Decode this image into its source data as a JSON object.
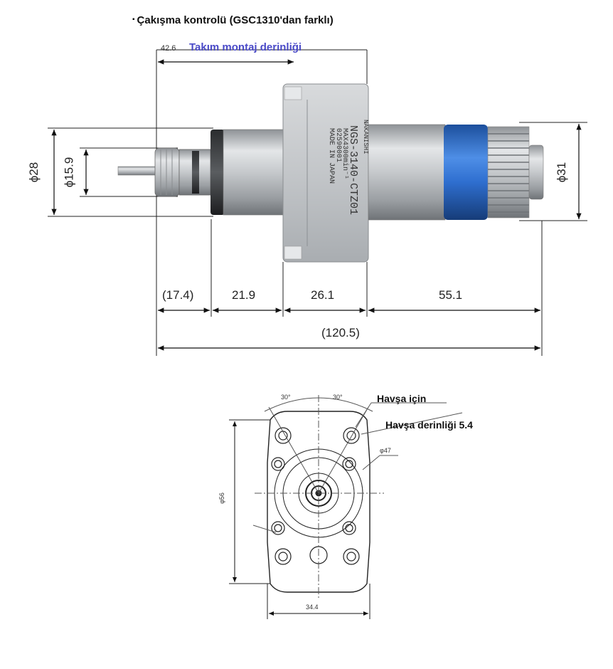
{
  "title": "Çakışma kontrolü (GSC1310'dan farklı)",
  "tool_depth": {
    "value": "42.6",
    "label": "Takım montaj derinliği"
  },
  "side_view": {
    "diameters": {
      "left_outer": "ϕ28",
      "left_inner": "ϕ15.9",
      "right": "ϕ31"
    },
    "segments": [
      "(17.4)",
      "21.9",
      "26.1",
      "55.1"
    ],
    "total": "(120.5)",
    "engraving": {
      "brand": "NAKANISHI",
      "model": "NGS-3140-CTZ01",
      "max_speed": "MAX4300min⁻¹",
      "serial": "02590001",
      "origin": "MADE IN JAPAN"
    }
  },
  "front_view": {
    "angle_left": "30°",
    "angle_right": "30°",
    "chamfer_note": "Havşa için",
    "chamfer_depth": "Havşa derinliği 5.4",
    "inner_diameter": "φ47",
    "height": "φ56",
    "width": "34.4"
  },
  "colors": {
    "label_blue": "#4a4ac8",
    "ring_blue": "#2f6fd0",
    "steel": "#c9ccd0"
  }
}
